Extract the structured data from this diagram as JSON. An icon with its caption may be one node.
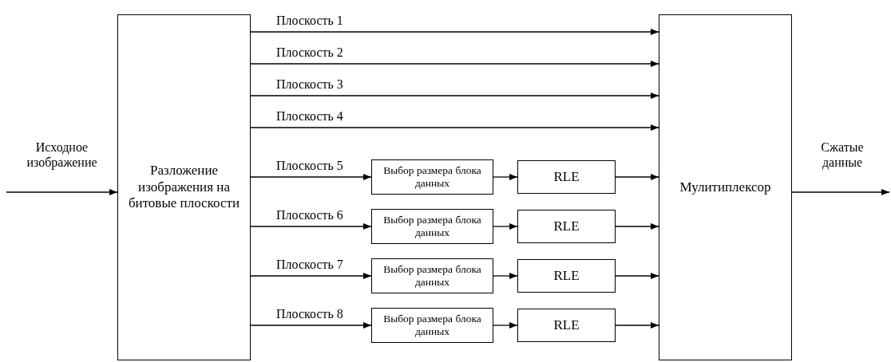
{
  "diagram": {
    "nodes": [
      {
        "text": [
          "Разложение изображения на битовые плоскости"
        ]
      },
      {
        "text": [
          "Выбор размера блока данных"
        ]
      },
      {
        "text": [
          "RLE"
        ]
      },
      {
        "text": [
          "Выбор размера блока данных"
        ]
      },
      {
        "text": [
          "RLE"
        ]
      },
      {
        "text": [
          "Выбор размера блока данных"
        ]
      },
      {
        "text": [
          "RLE"
        ]
      },
      {
        "text": [
          "Выбор размера блока данных"
        ]
      },
      {
        "text": [
          "RLE"
        ]
      },
      {
        "text": [
          "Мулитиплексор"
        ]
      }
    ],
    "edges": [
      {
        "from": null,
        "to": 0,
        "arrow": "to",
        "label": "Исходное изображение"
      },
      {
        "from": 0,
        "to": 9,
        "arrow": "to",
        "label": "Плоскость 1"
      },
      {
        "from": 0,
        "to": 9,
        "arrow": "to",
        "label": "Плоскость 2"
      },
      {
        "from": 0,
        "to": 9,
        "arrow": "to",
        "label": "Плоскость 3"
      },
      {
        "from": 0,
        "to": 9,
        "arrow": "to",
        "label": "Плоскость 4"
      },
      {
        "from": 0,
        "to": 1,
        "arrow": "to",
        "label": "Плоскость 5"
      },
      {
        "from": 1,
        "to": 2,
        "arrow": "to"
      },
      {
        "from": 2,
        "to": 9,
        "arrow": "to"
      },
      {
        "from": 0,
        "to": 3,
        "arrow": "to",
        "label": "Плоскость 6"
      },
      {
        "from": 3,
        "to": 4,
        "arrow": "to"
      },
      {
        "from": 4,
        "to": 9,
        "arrow": "to"
      },
      {
        "from": 0,
        "to": 5,
        "arrow": "to",
        "label": "Плоскость 7"
      },
      {
        "from": 5,
        "to": 6,
        "arrow": "to"
      },
      {
        "from": 6,
        "to": 9,
        "arrow": "to"
      },
      {
        "from": 0,
        "to": 7,
        "arrow": "to",
        "label": "Плоскость 8"
      },
      {
        "from": 7,
        "to": 8,
        "arrow": "to"
      },
      {
        "from": 8,
        "to": 9,
        "arrow": "to"
      },
      {
        "from": 9,
        "to": null,
        "arrow": "to",
        "label": "Сжатые данные"
      }
    ]
  }
}
